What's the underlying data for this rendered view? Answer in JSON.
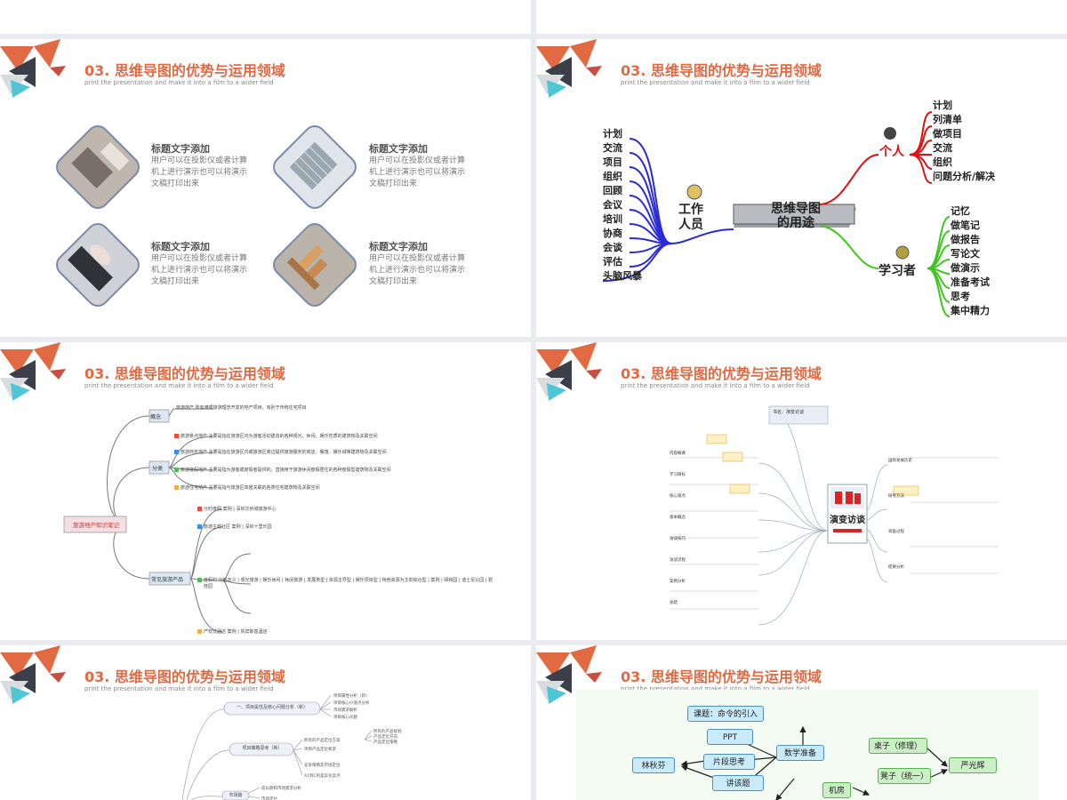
{
  "slide_title": "03. 思维导图的优势与运用领域",
  "slide_subtitle": "print the presentation and make it into a film to a wider field",
  "slide1": {
    "items": [
      {
        "title": "标题文字添加",
        "desc": "用户可以在投影仪或者计算机上进行演示也可以将演示文稿打印出来",
        "image": "laptop-photo"
      },
      {
        "title": "标题文字添加",
        "desc": "用户可以在投影仪或者计算机上进行演示也可以将演示文稿打印出来",
        "image": "building-photo"
      },
      {
        "title": "标题文字添加",
        "desc": "用户可以在投影仪或者计算机上进行演示也可以将演示文稿打印出来",
        "image": "typing-photo"
      },
      {
        "title": "标题文字添加",
        "desc": "用户可以在投影仪或者计算机上进行演示也可以将演示文稿打印出来",
        "image": "blocks-photo"
      }
    ]
  },
  "slide2": {
    "center": "思维导图\n的用途",
    "work": {
      "label": "工作\n人员",
      "items": [
        "计划",
        "交流",
        "项目",
        "组织",
        "回顾",
        "会议",
        "培训",
        "协商",
        "会谈",
        "评估",
        "头脑风暴"
      ]
    },
    "personal": {
      "label": "个人",
      "items": [
        "计划",
        "列清单",
        "做项目",
        "交流",
        "组织",
        "问题分析/解决"
      ]
    },
    "learner": {
      "label": "学习者",
      "items": [
        "记忆",
        "做笔记",
        "做报告",
        "写论文",
        "做演示",
        "准备考试",
        "思考",
        "集中精力"
      ]
    }
  },
  "slide3": {
    "root": "旅游地产知识笔记",
    "branches": [
      {
        "label": "概念",
        "children": [
          {
            "label": "旅游地产",
            "text": "所有遵循旅游理念开发的地产项目，有别于传统住宅项目"
          }
        ]
      },
      {
        "label": "分类",
        "children": [
          {
            "label": "旅游景点地产",
            "text": "主要是指在旅游区内为游客活动建造的各种观光、休闲、娱乐性质的建筑物及关联空间"
          },
          {
            "label": "旅游商务地产",
            "text": "主要是指在旅游区内或旅游区旁边提供旅游服务的商店、餐馆、娱乐城等建筑物及关联空间"
          },
          {
            "label": "旅游度假地产",
            "text": "主要是指为游客或度假者提供的，直接用于旅游休闲度假居住的各种度假型建筑物及关联空间"
          },
          {
            "label": "旅游住宅地产",
            "text": "主要是指与旅游区高度关联的各类住宅建筑物及关联空间"
          }
        ]
      },
      {
        "label": "常见旅游产品",
        "children": [
          {
            "label": "分时度假",
            "text": "案例 | 深圳华侨城旅游中心"
          },
          {
            "label": "旅游主题社区",
            "text": "案例 | 深圳十里乐园"
          },
          {
            "label": "度假村",
            "text": "功能定义 | 观光旅游 | 娱乐休闲 | 休闲旅游 | 发展类型 | 资源主导型 | 娱乐项目型 | 特色资源为主的综合型 | 案例 | 颐和园 | 迪士尼公园 | 碧桂园"
          },
          {
            "label": "产权式酒店",
            "text": "案例 | 凯宾斯基酒店"
          }
        ]
      }
    ]
  },
  "slide4": {
    "book_title": "演变访谈",
    "top_note": "书名：演变访谈",
    "left_nodes": [
      "内容概要",
      "学习目标",
      "核心观点",
      "基本概念",
      "访谈技巧",
      "访谈流程",
      "案例分析",
      "总结"
    ],
    "right_nodes": [
      "国际发展历史",
      "研究方法",
      "调查过程",
      "结果分析"
    ]
  },
  "slide5": {
    "nodes": [
      "一、项目属性及核心问题分析（新）",
      "项目策略思考（新）",
      "市场篇"
    ]
  },
  "slide6": {
    "nodes": [
      "课题：命令的引入",
      "PPT",
      "片段思考",
      "讲该题",
      "林秋芬",
      "数学准备",
      "桌子（修理）",
      "凳子（统一）",
      "严光辉",
      "机房"
    ]
  }
}
